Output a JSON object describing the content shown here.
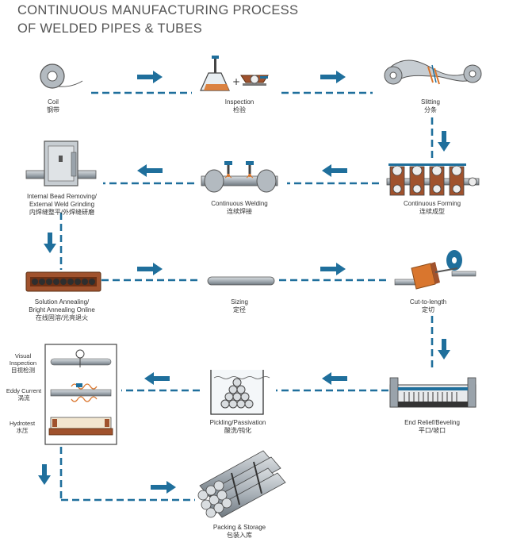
{
  "title_line1": "CONTINUOUS MANUFACTURING PROCESS",
  "title_line2": "OF WELDED PIPES & TUBES",
  "steps": {
    "coil": {
      "en": "Coil",
      "cn": "钢带"
    },
    "inspection": {
      "en": "Inspection",
      "cn": "检验"
    },
    "slitting": {
      "en": "Slitting",
      "cn": "分条"
    },
    "forming": {
      "en": "Continuous Forming",
      "cn": "连续成型"
    },
    "welding": {
      "en": "Continuous Welding",
      "cn": "连续焊接"
    },
    "bead_en1": "Internal Bead Removing/",
    "bead_en2": "External Weld Grinding",
    "bead_cn": "内焊缝整平/外焊缝研磨",
    "anneal_en1": "Solution Annealing/",
    "anneal_en2": "Bright Annealing Online",
    "anneal_cn": "在线固溶/光亮退火",
    "sizing": {
      "en": "Sizing",
      "cn": "定径"
    },
    "cut": {
      "en": "Cut-to-length",
      "cn": "定切"
    },
    "end_relief": {
      "en": "End Relief/Beveling",
      "cn": "平口/坡口"
    },
    "pickling": {
      "en": "Pickling/Passivation",
      "cn": "酸洗/钝化"
    },
    "packing": {
      "en": "Packing & Storage",
      "cn": "包装入库"
    }
  },
  "tests": {
    "visual_en1": "Visual",
    "visual_en2": "Inspection",
    "visual_cn": "目视检测",
    "eddy_en": "Eddy Current",
    "eddy_cn": "涡流",
    "hydro_en": "Hydrotest",
    "hydro_cn": "水压"
  },
  "colors": {
    "flow": "#1f6f9c",
    "brown": "#a0522d",
    "orange": "#d9762e",
    "steel": "#9aa3ab"
  }
}
